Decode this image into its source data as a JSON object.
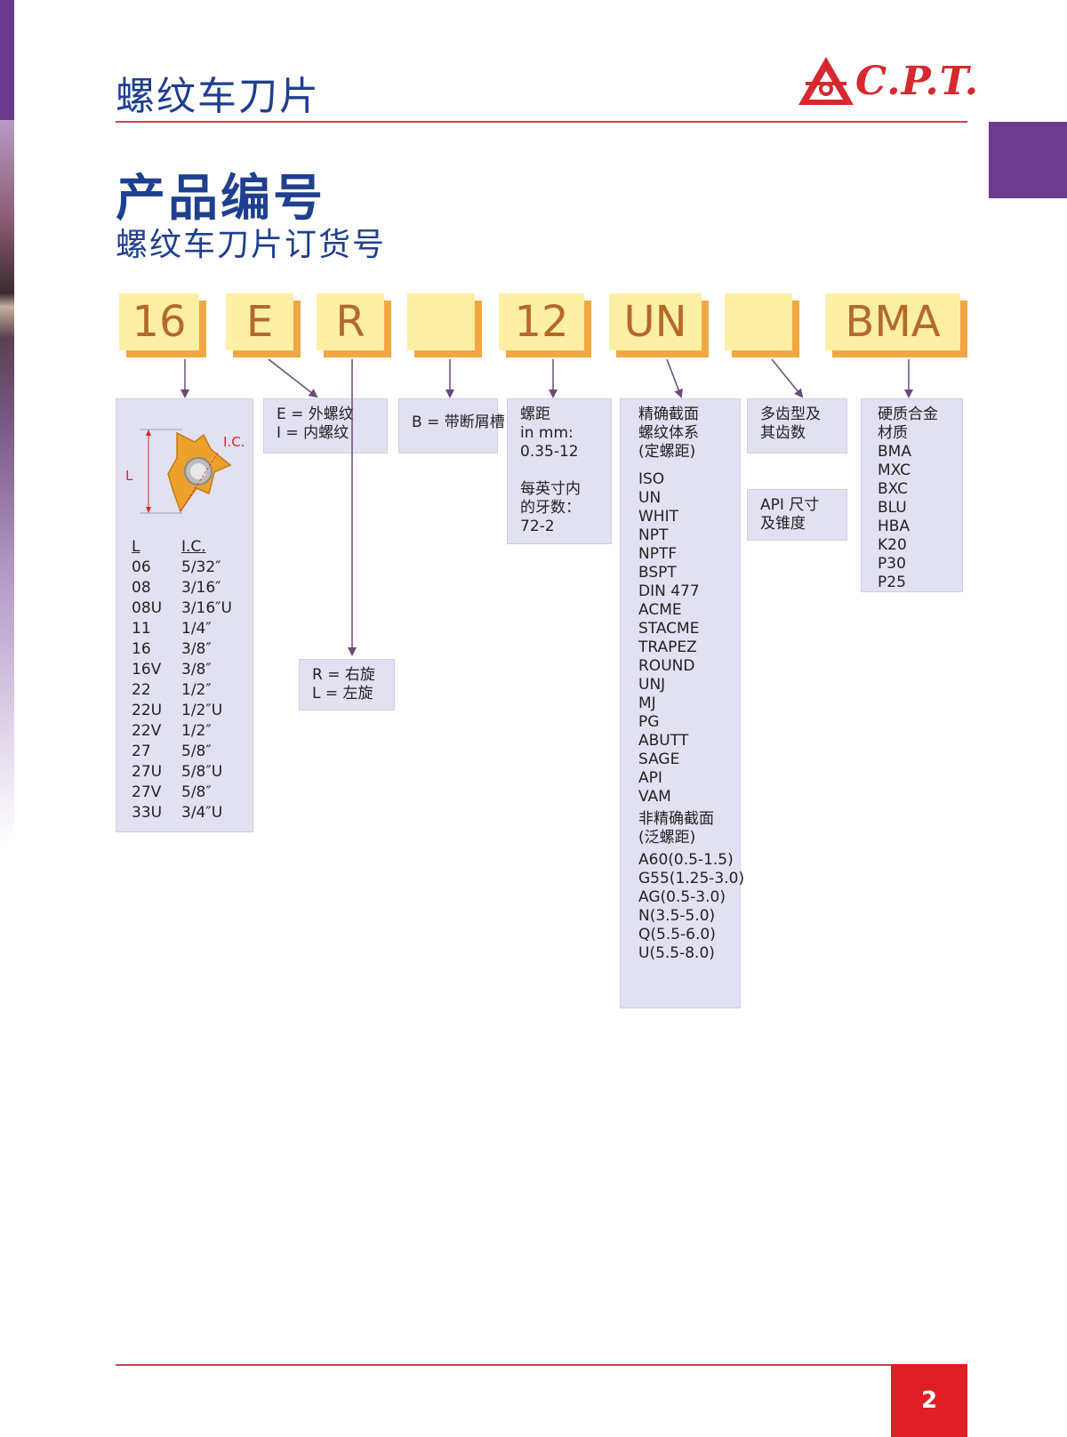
{
  "header": {
    "title": "螺纹车刀片",
    "logo_text": "C.P.T."
  },
  "title": "产品编号",
  "subtitle": "螺纹车刀片订货号",
  "code_boxes": [
    "16",
    "E",
    "R",
    "",
    "12",
    "UN",
    "",
    "BMA"
  ],
  "insert": {
    "label_l": "L",
    "label_ic": "I.C.",
    "columns": [
      "L",
      "I.C."
    ],
    "rows": [
      [
        "06",
        "5/32″"
      ],
      [
        "08",
        "3/16″"
      ],
      [
        "08U",
        "3/16″U"
      ],
      [
        "11",
        "1/4″"
      ],
      [
        "16",
        "3/8″"
      ],
      [
        "16V",
        "3/8″"
      ],
      [
        "22",
        "1/2″"
      ],
      [
        "22U",
        "1/2″U"
      ],
      [
        "22V",
        "1/2″"
      ],
      [
        "27",
        "5/8″"
      ],
      [
        "27U",
        "5/8″U"
      ],
      [
        "27V",
        "5/8″"
      ],
      [
        "33U",
        "3/4″U"
      ]
    ]
  },
  "thread_type": [
    "E = 外螺纹",
    "I = 内螺纹"
  ],
  "hand": [
    "R = 右旋",
    "L = 左旋"
  ],
  "chip_breaker": "B = 带断屑槽",
  "pitch": [
    "螺距",
    "in mm:",
    "0.35-12",
    "",
    "每英寸内",
    "的牙数：",
    "72-2"
  ],
  "profile": {
    "heading_full": [
      "精确截面",
      "螺纹体系",
      "(定螺距)"
    ],
    "full_items": [
      "ISO",
      "UN",
      "WHIT",
      "NPT",
      "NPTF",
      "BSPT",
      "DIN 477",
      "ACME",
      "STACME",
      "TRAPEZ",
      "ROUND",
      "UNJ",
      "MJ",
      "PG",
      "ABUTT",
      "SAGE",
      "API",
      "VAM"
    ],
    "heading_partial": [
      "非精确截面",
      "(泛螺距)"
    ],
    "partial_items": [
      "A60(0.5-1.5)",
      "G55(1.25-3.0)",
      "AG(0.5-3.0)",
      "N(3.5-5.0)",
      "Q(5.5-6.0)",
      "U(5.5-8.0)"
    ]
  },
  "multi_tooth": [
    "多齿型及",
    "其齿数"
  ],
  "api_taper": [
    "API 尺寸",
    "及锥度"
  ],
  "grade": [
    "硬质合金",
    "材质",
    "BMA",
    "MXC",
    "BXC",
    "BLU",
    "HBA",
    "K20",
    "P30",
    "P25"
  ],
  "page_number": "2",
  "colors": {
    "brand_blue": "#1f3f8f",
    "accent_red": "#d7282f",
    "purple": "#6d3b8f",
    "box_yellow": "#fdf0a4",
    "box_shadow": "#f2a842",
    "panel": "#e2e1f2",
    "arrow": "#6a4a7a"
  }
}
